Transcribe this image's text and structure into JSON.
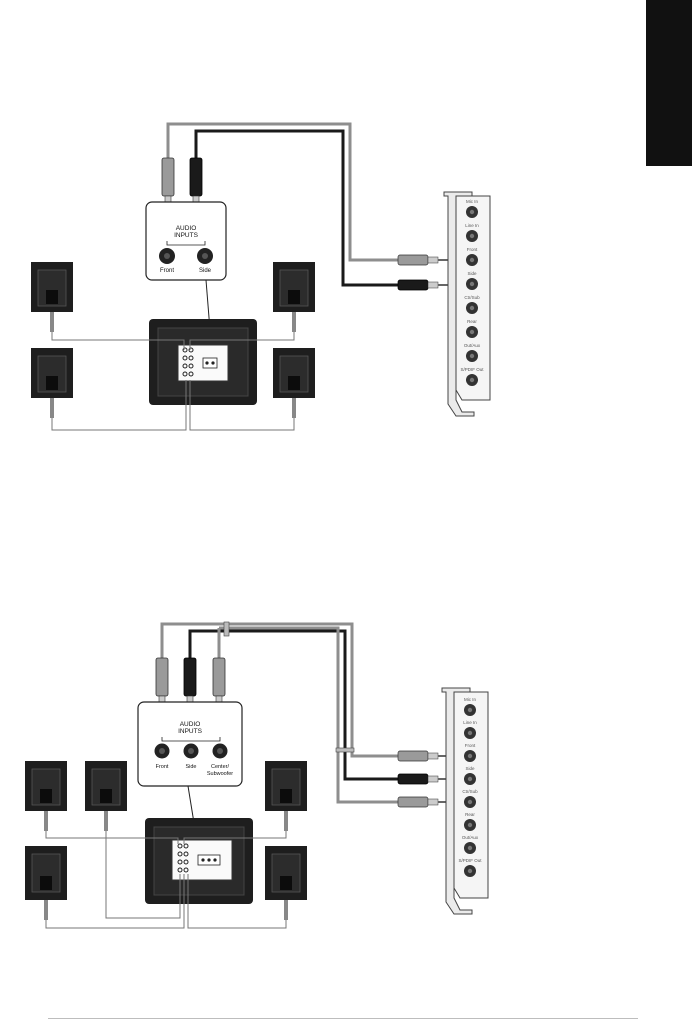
{
  "diagram_1": {
    "audio_inputs_title_line1": "AUDIO",
    "audio_inputs_title_line2": "INPUTS",
    "jacks": [
      "Front",
      "Side"
    ],
    "card_ports": [
      "Mic In",
      "Line In",
      "Front",
      "Side",
      "Ctr/Sub",
      "Rear",
      "Out/Aux",
      "S/PDIF Out"
    ]
  },
  "diagram_2": {
    "audio_inputs_title_line1": "AUDIO",
    "audio_inputs_title_line2": "INPUTS",
    "jacks": [
      "Front",
      "Side",
      "Center/",
      "Subwoofer"
    ],
    "card_ports": [
      "Mic In",
      "Line In",
      "Front",
      "Side",
      "Ctr/Sub",
      "Rear",
      "Out/Aux",
      "S/PDIF Out"
    ]
  },
  "colors": {
    "cable_gray": "#9a9a9a",
    "cable_black": "#1a1a1a",
    "speaker_dark": "#1e1e1e",
    "tab": "#111111"
  }
}
